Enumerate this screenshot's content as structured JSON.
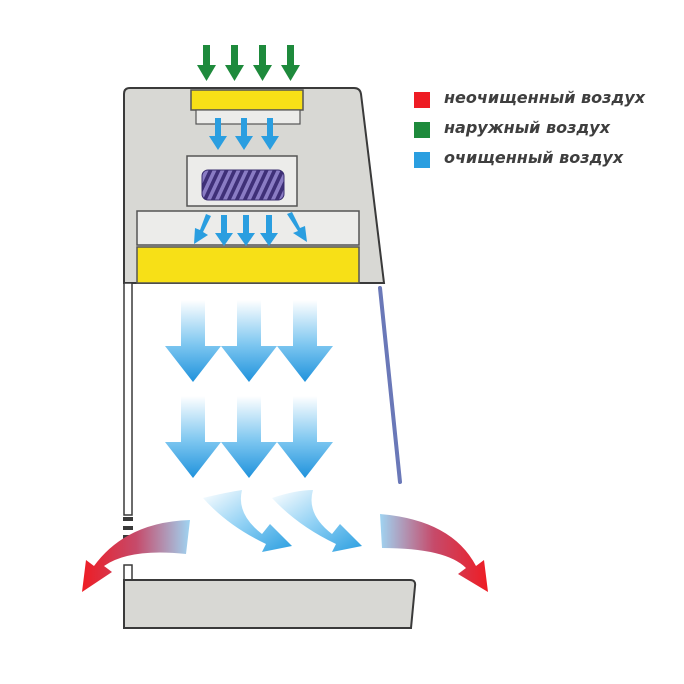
{
  "colors": {
    "raw_air": "#ee1c24",
    "outside_air": "#1e8a3c",
    "clean_air": "#2a9ee0",
    "cabinet_body": "#d8d8d4",
    "cabinet_outline": "#3a3a3a",
    "filter_yellow": "#f7e017",
    "blower_purple": "#5a4a9a",
    "sash_blue": "#6a78b8"
  },
  "legend": {
    "items": [
      {
        "label": "неочищенный воздух",
        "color": "#ee1c24"
      },
      {
        "label": "наружный воздух",
        "color": "#1e8a3c"
      },
      {
        "label": "очищенный воздух",
        "color": "#2a9ee0"
      }
    ]
  },
  "icons": {
    "intake_arrows": "arrow-down-icon",
    "downflow_arrows": "arrow-down-icon",
    "exhaust_arrows": "curved-arrow-icon"
  }
}
